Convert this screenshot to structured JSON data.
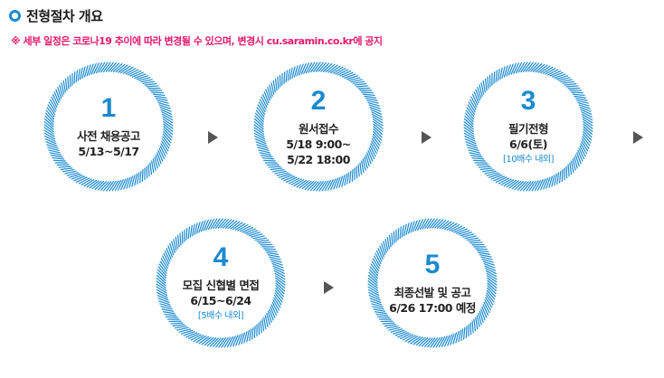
{
  "header": {
    "title": "전형절차 개요",
    "notice": "※ 세부 일정은 코로나19 추이에 따라 변경될 수 있으며, 변경시 cu.saramin.co.kr에 공지"
  },
  "steps": [
    {
      "number": "1",
      "line1": "사전 채용공고",
      "line2": "5/13~5/17",
      "line3": "",
      "sub": ""
    },
    {
      "number": "2",
      "line1": "원서접수",
      "line2": "5/18 9:00~",
      "line3": "5/22 18:00",
      "sub": ""
    },
    {
      "number": "3",
      "line1": "필기전형",
      "line2": "6/6(토)",
      "line3": "",
      "sub": "[10배수 내외]"
    },
    {
      "number": "4",
      "line1": "모집 신협별 면접",
      "line2": "6/15~6/24",
      "line3": "",
      "sub": "[5배수 내외]"
    },
    {
      "number": "5",
      "line1": "최종선발 및 공고",
      "line2": "6/26 17:00 예정",
      "line3": "",
      "sub": ""
    }
  ],
  "colors": {
    "accent": "#1a8ad0",
    "notice": "#e5186e",
    "text": "#222222",
    "arrow": "#555555"
  },
  "icons": {
    "header_icon": "ring-icon",
    "step_arrow": "arrow-right-icon"
  }
}
